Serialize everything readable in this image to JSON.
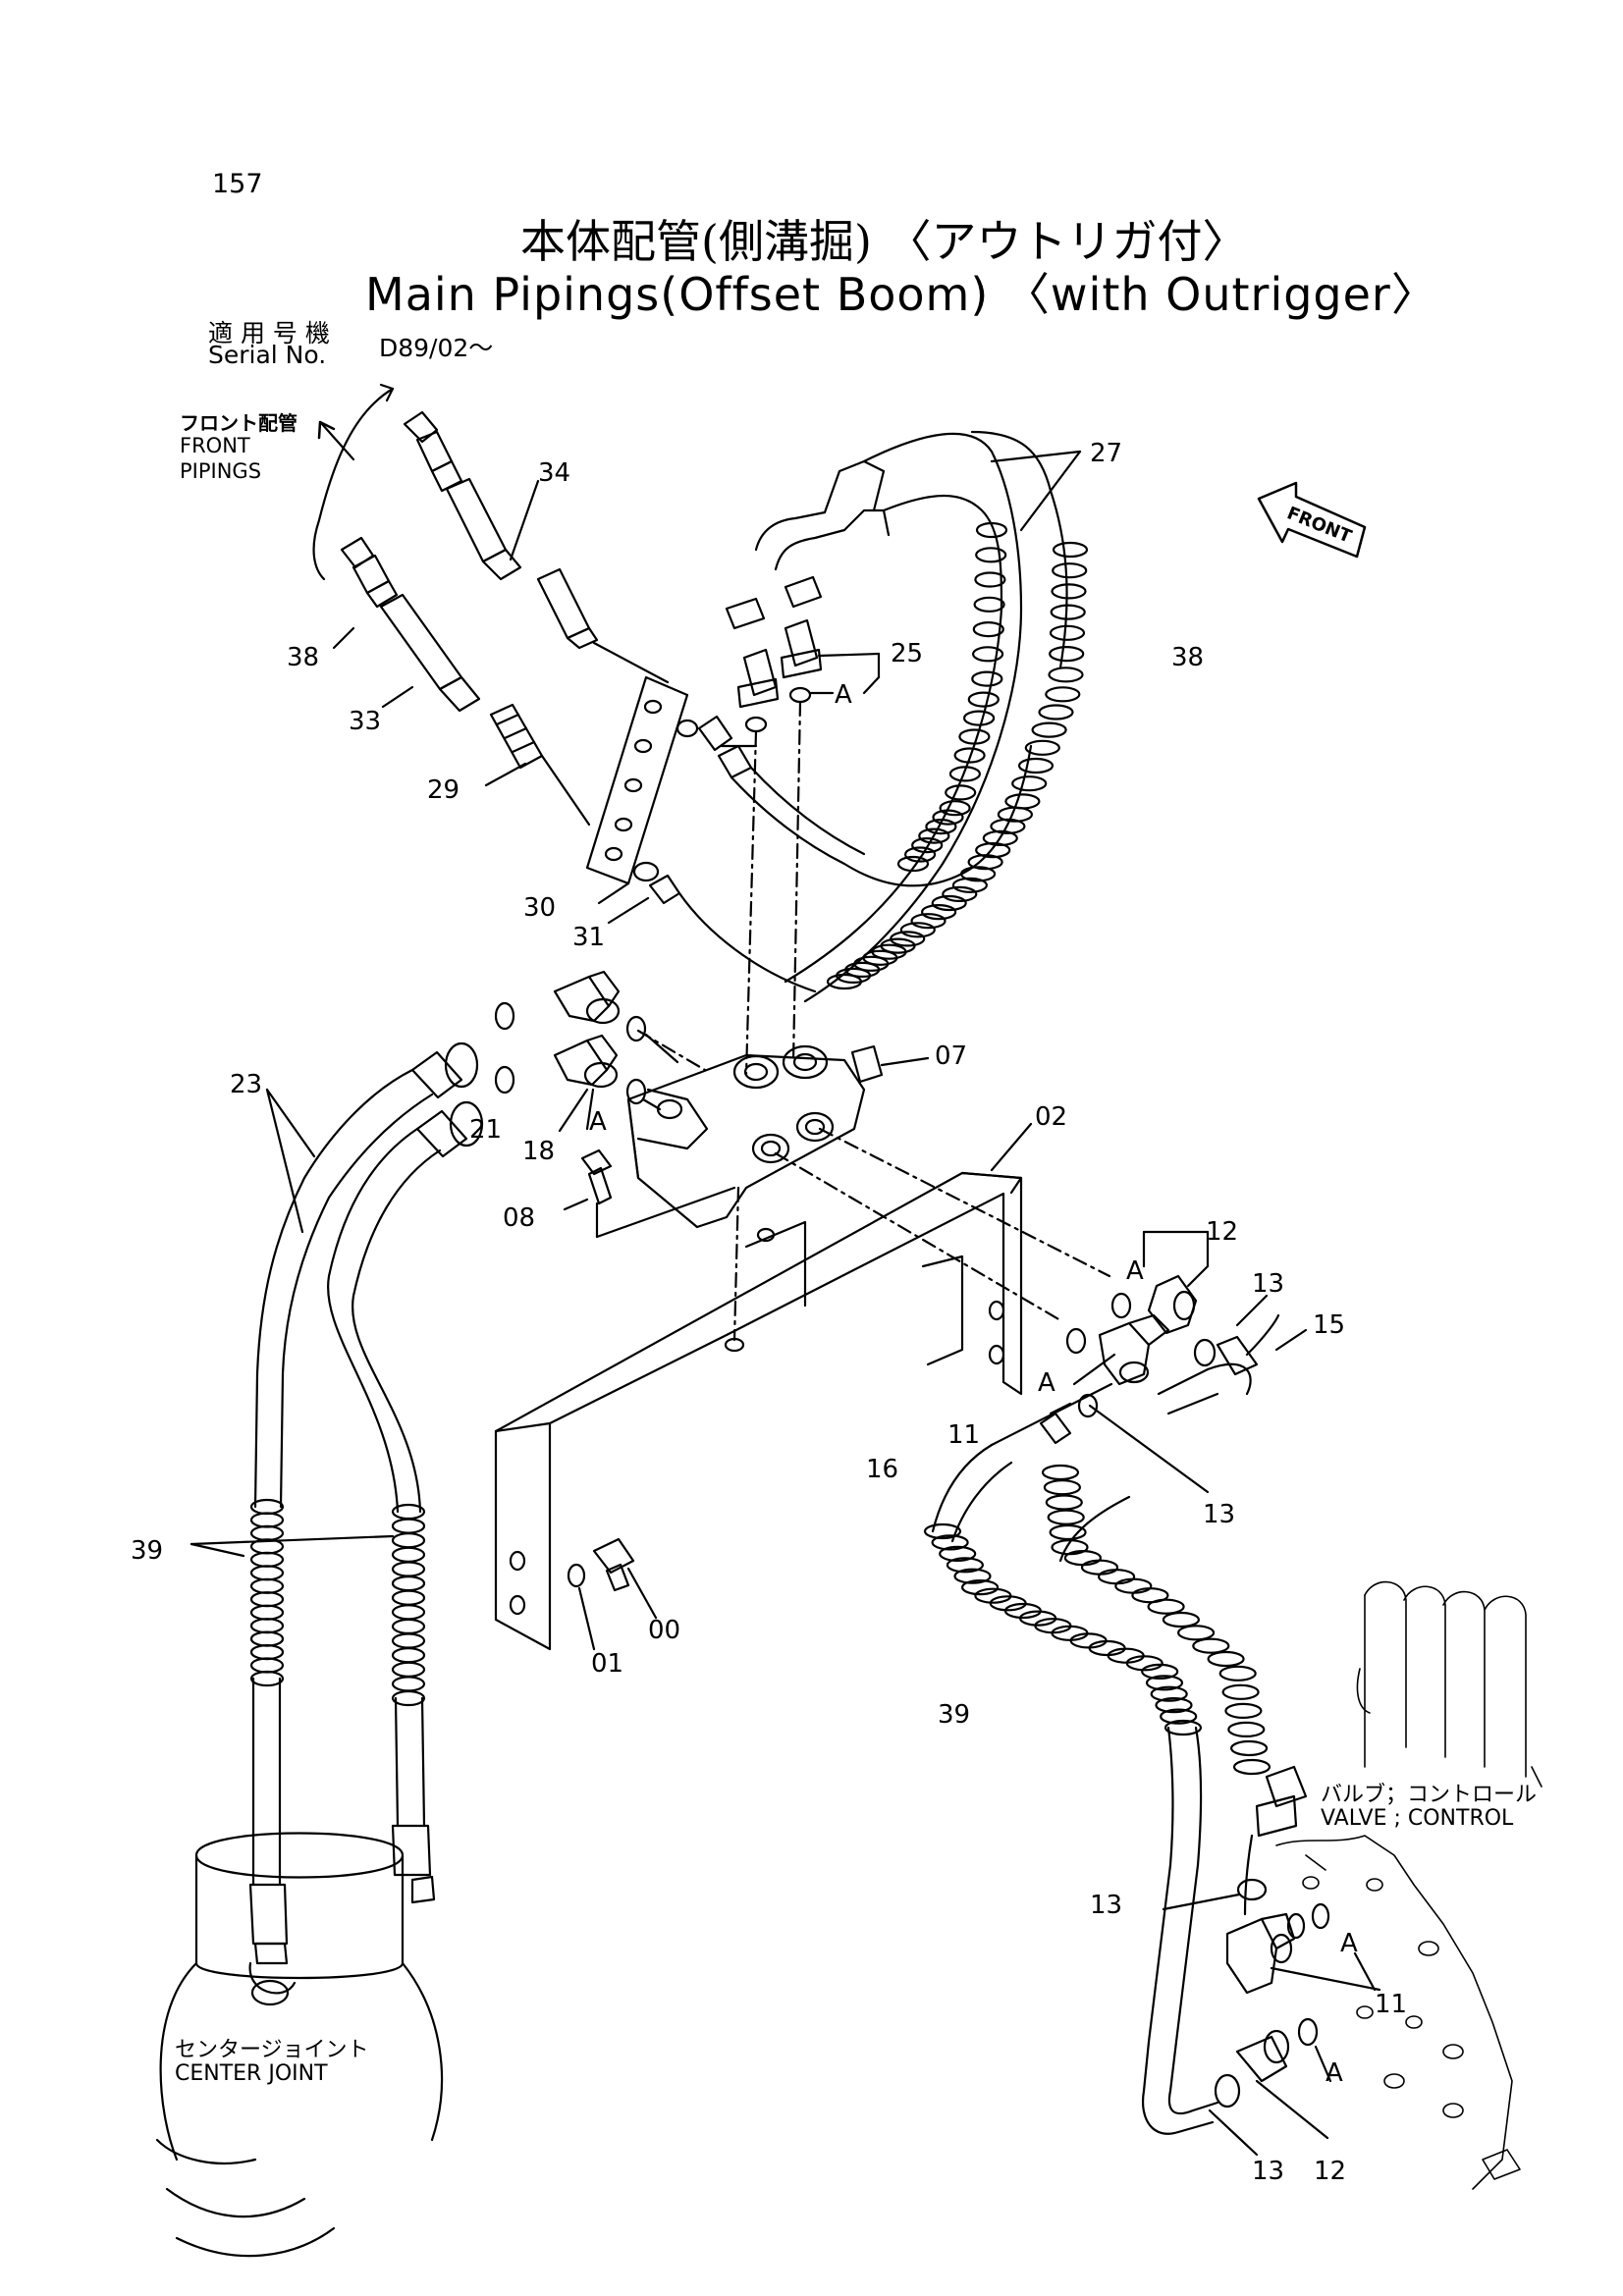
{
  "page": {
    "number": "157",
    "title_jp": "本体配管(側溝掘) 〈アウトリガ付〉",
    "title_en": "Main Pipings(Offset Boom) 〈with Outrigger〉",
    "serial_label_jp": "適 用 号 機",
    "serial_label_en": "Serial No.",
    "serial_value": "D89/02～"
  },
  "labels": {
    "front_pipings_jp": "フロント配管",
    "front_pipings_en_1": "FRONT",
    "front_pipings_en_2": "PIPINGS",
    "front_arrow": "FRONT",
    "valve_control_jp": "バルブ；コントロール",
    "valve_control_en": "VALVE ; CONTROL",
    "center_joint_jp": "センタージョイント",
    "center_joint_en": "CENTER JOINT"
  },
  "parts": {
    "p34": "34",
    "p38a": "38",
    "p33": "33",
    "p29": "29",
    "p27": "27",
    "p38b": "38",
    "p25": "25",
    "pA1": "A",
    "p30": "30",
    "p31": "31",
    "p07": "07",
    "p02": "02",
    "p23": "23",
    "p21": "21",
    "p18": "18",
    "pA2": "A",
    "p08": "08",
    "p12a": "12",
    "pA3": "A",
    "p13a": "13",
    "p15": "15",
    "pA4": "A",
    "p11a": "11",
    "p16": "16",
    "p13b": "13",
    "p39a": "39",
    "p00": "00",
    "p01": "01",
    "p39b": "39",
    "p13c": "13",
    "pA5": "A",
    "p11b": "11",
    "pA6": "A",
    "p13d": "13",
    "p12b": "12"
  }
}
